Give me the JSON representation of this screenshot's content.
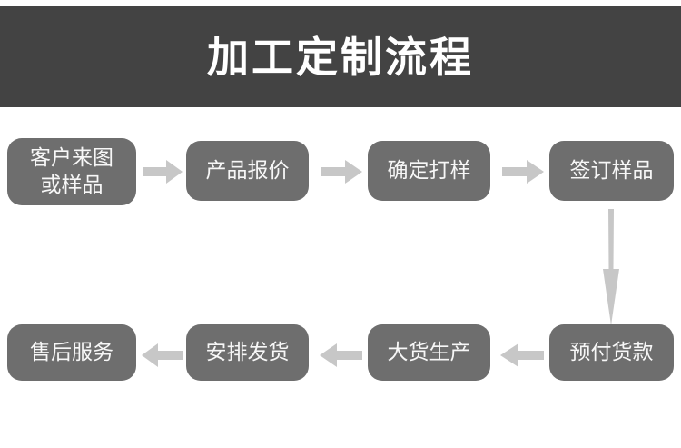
{
  "banner": {
    "title": "加工定制流程",
    "background_color": "#434343",
    "text_color": "#ffffff"
  },
  "palette": {
    "node_fill": "#6e6e6e",
    "node_text": "#f7f7f7",
    "arrow_fill": "#c7c7c7",
    "page_background": "#ffffff"
  },
  "flow": {
    "rows": [
      {
        "direction": "left-to-right",
        "nodes": [
          {
            "id": "node-1",
            "label": "客户来图\n或样品"
          },
          {
            "id": "node-2",
            "label": "产品报价"
          },
          {
            "id": "node-3",
            "label": "确定打样"
          },
          {
            "id": "node-4",
            "label": "签订样品"
          }
        ]
      },
      {
        "direction": "right-to-left",
        "nodes": [
          {
            "id": "node-5",
            "label": "售后服务"
          },
          {
            "id": "node-6",
            "label": "安排发货"
          },
          {
            "id": "node-7",
            "label": "大货生产"
          },
          {
            "id": "node-8",
            "label": "预付货款"
          }
        ]
      }
    ],
    "connectors": [
      {
        "id": "arrow-1",
        "from": "node-1",
        "to": "node-2",
        "direction": "right"
      },
      {
        "id": "arrow-2",
        "from": "node-2",
        "to": "node-3",
        "direction": "right"
      },
      {
        "id": "arrow-3",
        "from": "node-3",
        "to": "node-4",
        "direction": "right"
      },
      {
        "id": "arrow-4",
        "from": "node-4",
        "to": "node-8",
        "direction": "down"
      },
      {
        "id": "arrow-5",
        "from": "node-8",
        "to": "node-7",
        "direction": "left"
      },
      {
        "id": "arrow-6",
        "from": "node-7",
        "to": "node-6",
        "direction": "left"
      },
      {
        "id": "arrow-7",
        "from": "node-6",
        "to": "node-5",
        "direction": "left"
      }
    ]
  }
}
